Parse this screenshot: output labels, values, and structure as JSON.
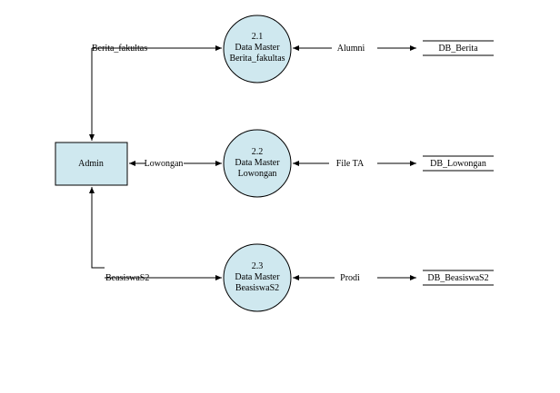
{
  "colors": {
    "fill": "#cfe8ef",
    "stroke": "#000000",
    "background": "#ffffff"
  },
  "entity": {
    "label": "Admin"
  },
  "processes": [
    {
      "number": "2.1",
      "line1": "Data Master",
      "line2": "Berita_fakultas"
    },
    {
      "number": "2.2",
      "line1": "Data Master",
      "line2": "Lowongan"
    },
    {
      "number": "2.3",
      "line1": "Data Master",
      "line2": "BeasiswaS2"
    }
  ],
  "inputs": [
    "Berita_fakultas",
    "Lowongan",
    "BeasiswaS2"
  ],
  "outputs": [
    "Alumni",
    "File TA",
    "Prodi"
  ],
  "stores": [
    "DB_Berita",
    "DB_Lowongan",
    "DB_BeasiswaS2"
  ]
}
